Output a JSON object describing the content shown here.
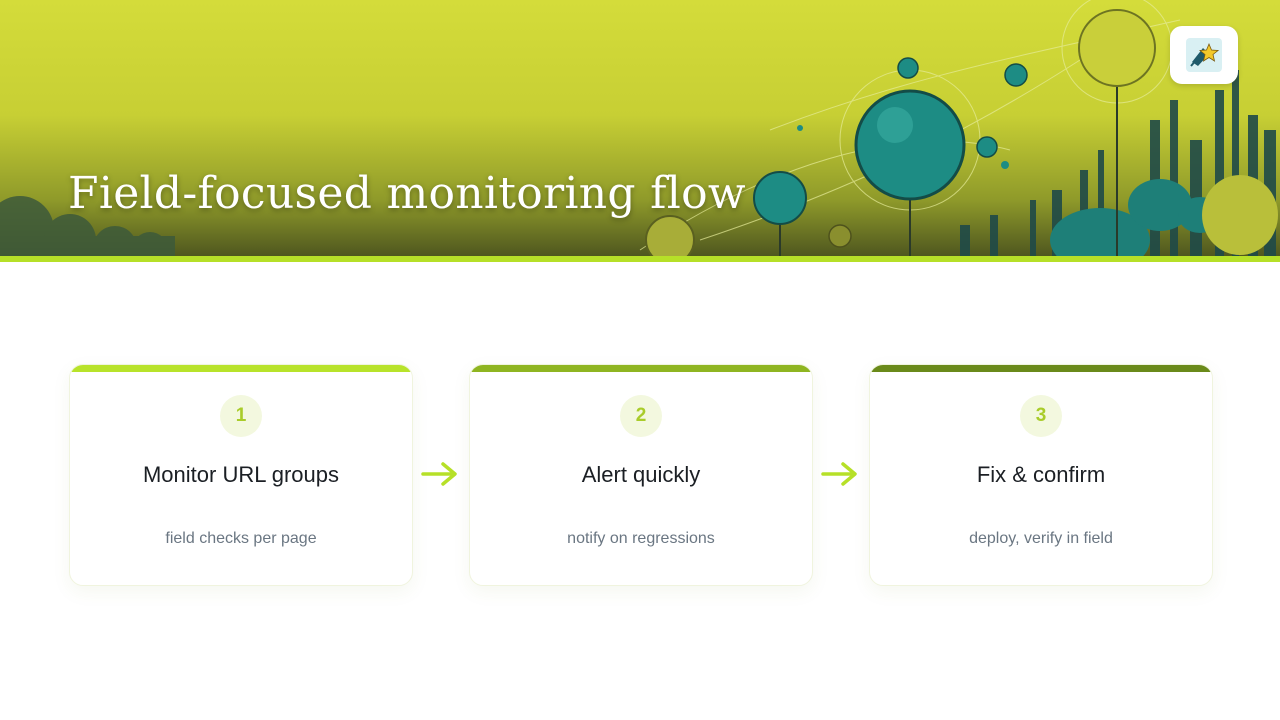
{
  "slide": {
    "title": "Field-focused monitoring flow"
  },
  "colors": {
    "accent": "#b6e028",
    "step_1_bar": "#b8e32a",
    "step_2_bar": "#8fb521",
    "step_3_bar": "#6a8a1a",
    "number_badge_bg": "#f3f8df",
    "number_text": "#a9cc2a",
    "arrow": "#b6e028"
  },
  "steps": [
    {
      "number": "1",
      "title": "Monitor URL groups",
      "description": "field checks per page"
    },
    {
      "number": "2",
      "title": "Alert quickly",
      "description": "notify on regressions"
    },
    {
      "number": "3",
      "title": "Fix & confirm",
      "description": "deploy, verify in field"
    }
  ],
  "icons": {
    "logo": "rocket-star-logo-icon",
    "connector": "arrow-right-icon"
  }
}
